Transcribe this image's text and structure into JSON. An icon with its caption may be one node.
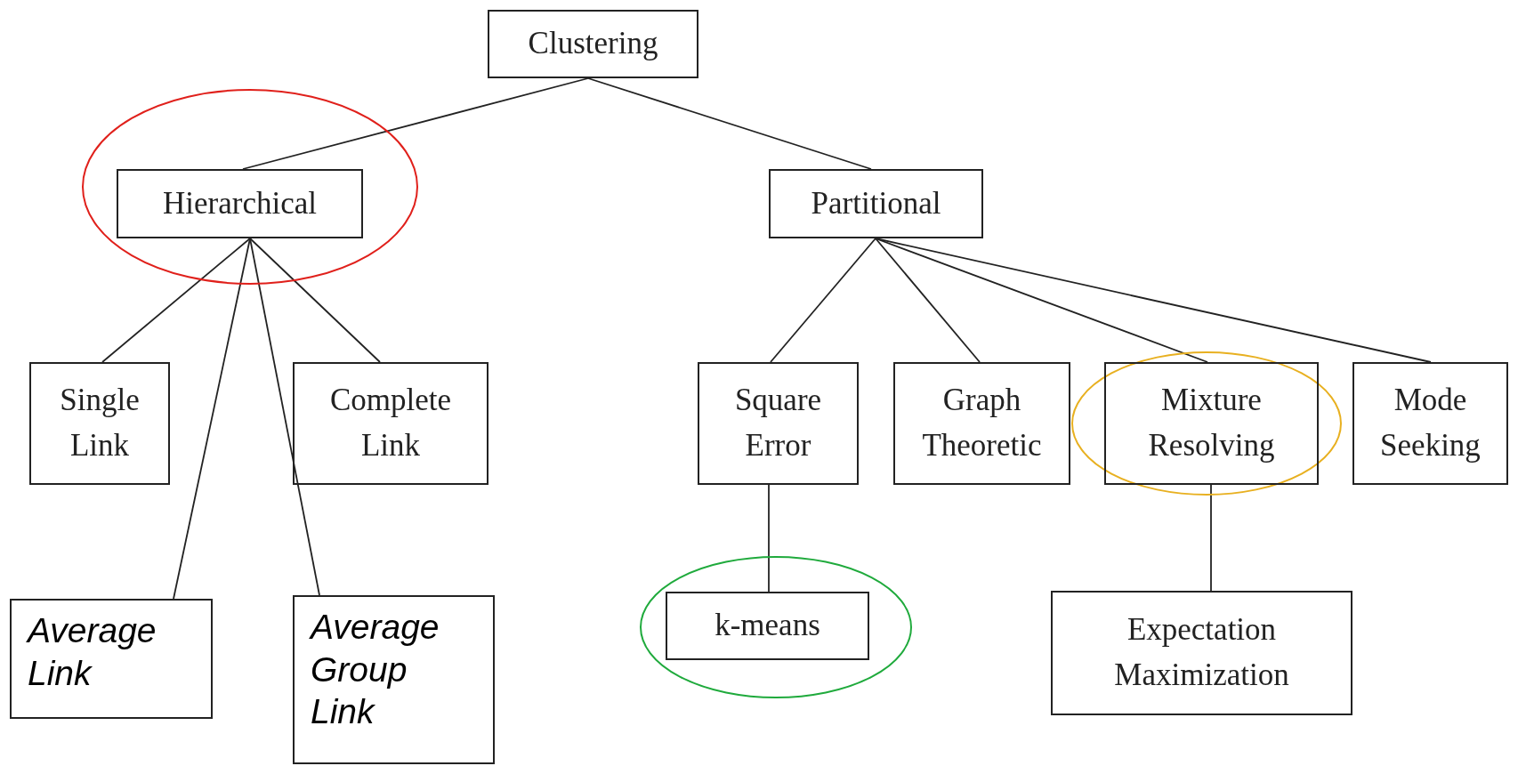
{
  "diagram": {
    "nodes": [
      {
        "text": [
          "Clustering"
        ]
      },
      {
        "text": [
          "Hierarchical"
        ]
      },
      {
        "text": [
          "Partitional"
        ]
      },
      {
        "text": [
          "Single Link"
        ]
      },
      {
        "text": [
          "Complete Link"
        ]
      },
      {
        "text": [
          "Average Link"
        ]
      },
      {
        "text": [
          "Average Group Link"
        ]
      },
      {
        "text": [
          "Square Error"
        ]
      },
      {
        "text": [
          "Graph Theoretic"
        ]
      },
      {
        "text": [
          "Mixture Resolving"
        ]
      },
      {
        "text": [
          "Mode Seeking"
        ]
      },
      {
        "text": [
          "k-means"
        ]
      },
      {
        "text": [
          "Expectation Maximization"
        ]
      }
    ],
    "edges": [
      {
        "from": 0,
        "to": 1,
        "arrow": "none"
      },
      {
        "from": 0,
        "to": 2,
        "arrow": "none"
      },
      {
        "from": 1,
        "to": 3,
        "arrow": "none"
      },
      {
        "from": 1,
        "to": 4,
        "arrow": "none"
      },
      {
        "from": 1,
        "to": 5,
        "arrow": "none"
      },
      {
        "from": 1,
        "to": 6,
        "arrow": "none"
      },
      {
        "from": 2,
        "to": 7,
        "arrow": "none"
      },
      {
        "from": 2,
        "to": 8,
        "arrow": "none"
      },
      {
        "from": 2,
        "to": 9,
        "arrow": "none"
      },
      {
        "from": 2,
        "to": 10,
        "arrow": "none"
      },
      {
        "from": 7,
        "to": 11,
        "arrow": "none"
      },
      {
        "from": 9,
        "to": 12,
        "arrow": "none"
      }
    ]
  }
}
